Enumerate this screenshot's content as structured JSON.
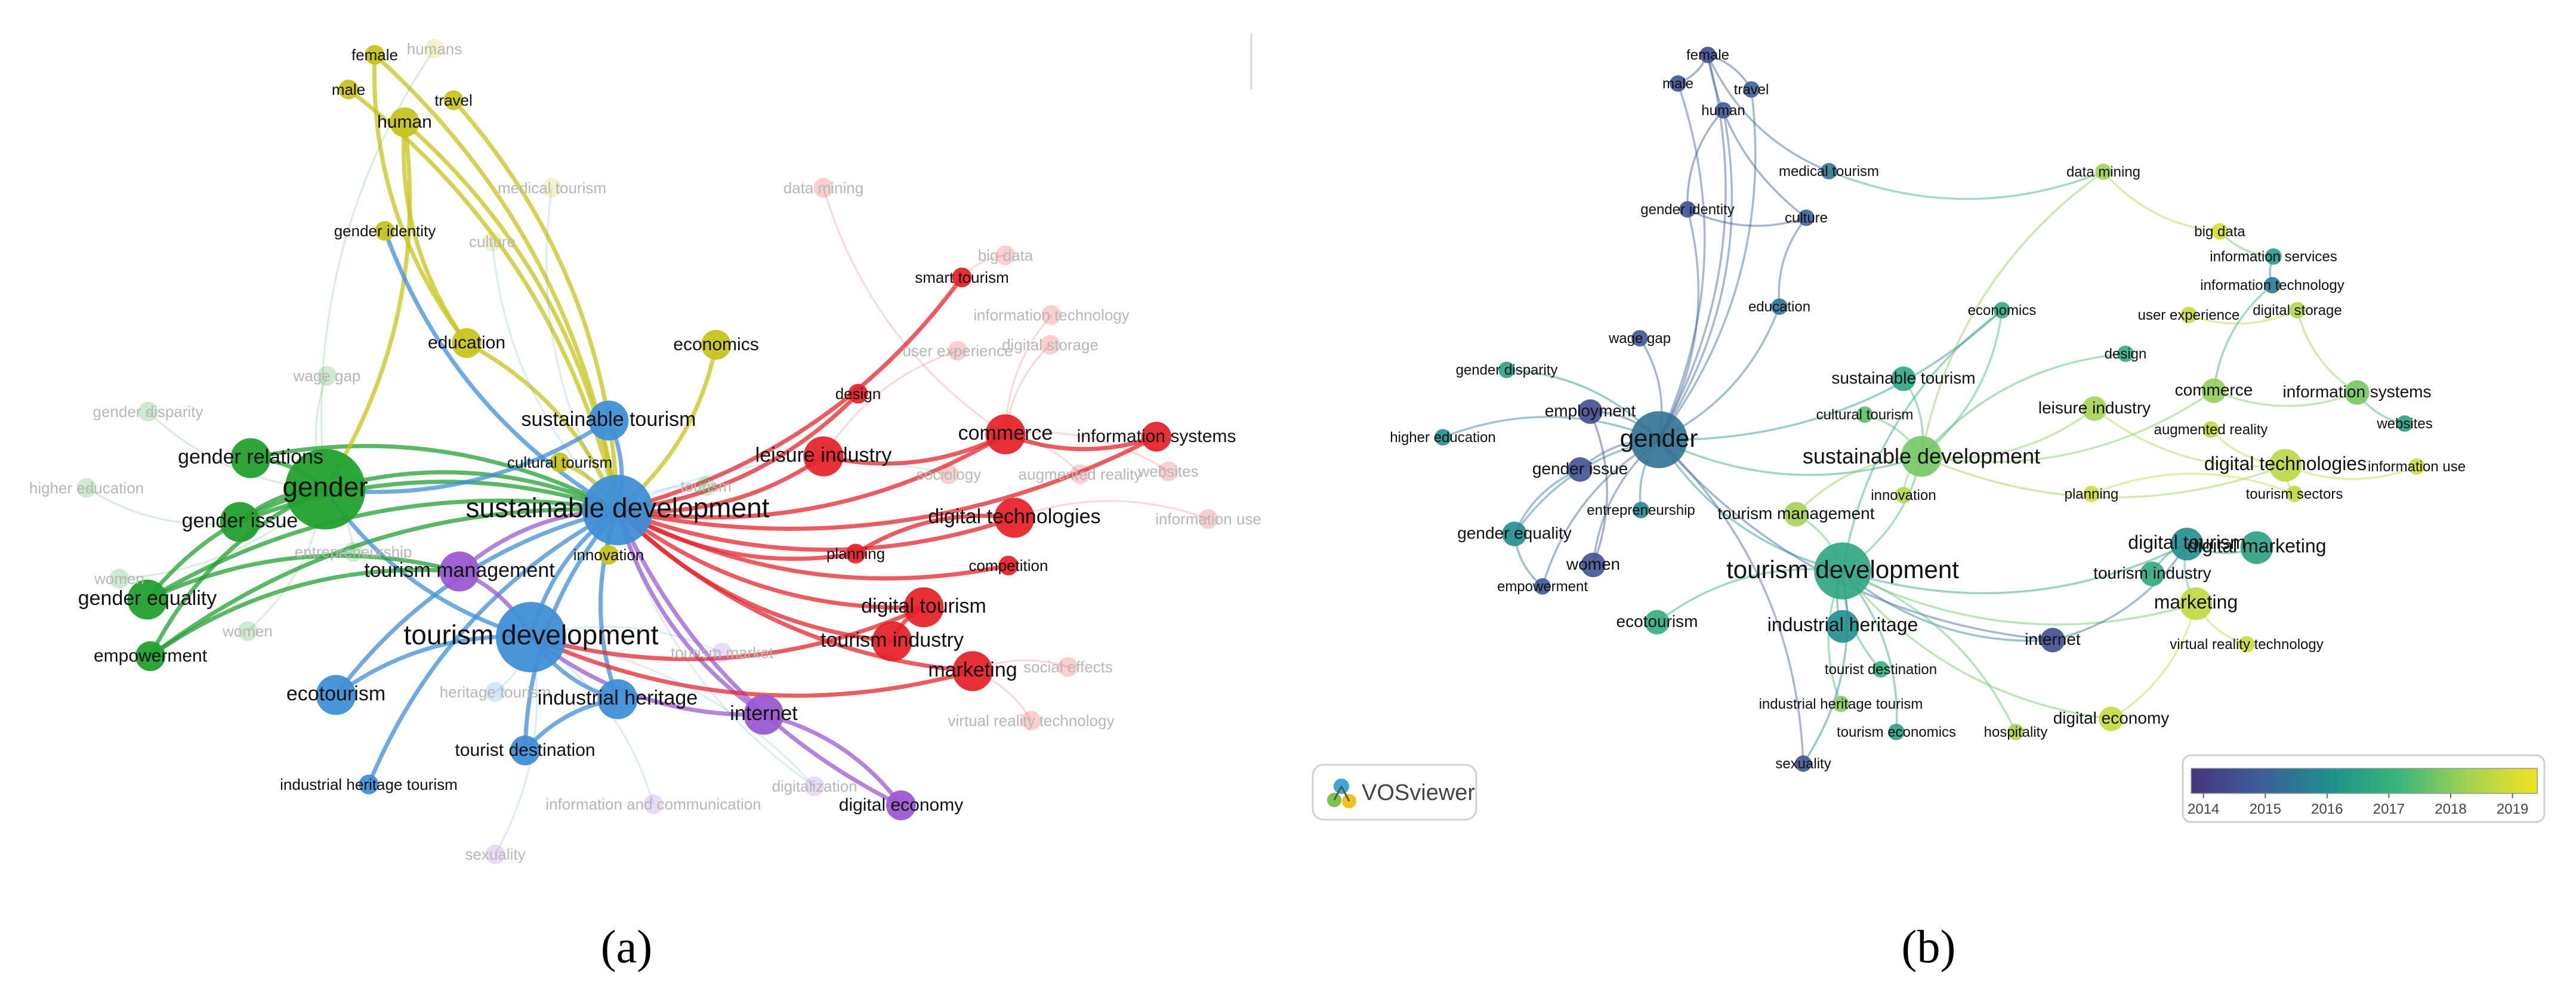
{
  "panels": [
    {
      "id": "a",
      "caption": "(a)",
      "colors": {
        "red": "#e5242b",
        "green": "#22a030",
        "blue": "#3f8fd6",
        "yellow": "#c7c41d",
        "purple": "#9b59d0"
      },
      "nodes": [
        {
          "label": "female",
          "cluster": "yellow",
          "weight": 1
        },
        {
          "label": "humans",
          "cluster": "yellow",
          "weight": 1,
          "faint": true
        },
        {
          "label": "male",
          "cluster": "yellow",
          "weight": 1
        },
        {
          "label": "travel",
          "cluster": "yellow",
          "weight": 1
        },
        {
          "label": "human",
          "cluster": "yellow",
          "weight": 2
        },
        {
          "label": "medical tourism",
          "cluster": "yellow",
          "weight": 1,
          "faint": true
        },
        {
          "label": "data mining",
          "cluster": "red",
          "weight": 1,
          "faint": true
        },
        {
          "label": "gender identity",
          "cluster": "yellow",
          "weight": 1
        },
        {
          "label": "culture",
          "cluster": "yellow",
          "weight": 1,
          "faint": true
        },
        {
          "label": "big data",
          "cluster": "red",
          "weight": 1,
          "faint": true
        },
        {
          "label": "smart tourism",
          "cluster": "red",
          "weight": 1
        },
        {
          "label": "information technology",
          "cluster": "red",
          "weight": 1,
          "faint": true
        },
        {
          "label": "education",
          "cluster": "yellow",
          "weight": 2
        },
        {
          "label": "economics",
          "cluster": "yellow",
          "weight": 2
        },
        {
          "label": "digital storage",
          "cluster": "red",
          "weight": 1,
          "faint": true
        },
        {
          "label": "user experience",
          "cluster": "red",
          "weight": 1,
          "faint": true
        },
        {
          "label": "wage gap",
          "cluster": "green",
          "weight": 1,
          "faint": true
        },
        {
          "label": "design",
          "cluster": "red",
          "weight": 1
        },
        {
          "label": "gender disparity",
          "cluster": "green",
          "weight": 1,
          "faint": true
        },
        {
          "label": "sustainable tourism",
          "cluster": "blue",
          "weight": 3
        },
        {
          "label": "commerce",
          "cluster": "red",
          "weight": 3
        },
        {
          "label": "information systems",
          "cluster": "red",
          "weight": 2
        },
        {
          "label": "leisure industry",
          "cluster": "red",
          "weight": 3
        },
        {
          "label": "gender relations",
          "cluster": "green",
          "weight": 3
        },
        {
          "label": "cultural tourism",
          "cluster": "yellow",
          "weight": 1
        },
        {
          "label": "websites",
          "cluster": "red",
          "weight": 1,
          "faint": true
        },
        {
          "label": "augmented reality",
          "cluster": "red",
          "weight": 1,
          "faint": true
        },
        {
          "label": "higher education",
          "cluster": "green",
          "weight": 1,
          "faint": true
        },
        {
          "label": "gender",
          "cluster": "green",
          "weight": 7
        },
        {
          "label": "tourism",
          "cluster": "green",
          "weight": 1,
          "faint": true
        },
        {
          "label": "sociology",
          "cluster": "red",
          "weight": 1,
          "faint": true
        },
        {
          "label": "sustainable development",
          "cluster": "blue",
          "weight": 6
        },
        {
          "label": "digital technologies",
          "cluster": "red",
          "weight": 3
        },
        {
          "label": "information use",
          "cluster": "red",
          "weight": 1,
          "faint": true
        },
        {
          "label": "gender issue",
          "cluster": "green",
          "weight": 3
        },
        {
          "label": "entrepreneurship",
          "cluster": "green",
          "weight": 1,
          "faint": true
        },
        {
          "label": "innovation",
          "cluster": "yellow",
          "weight": 1
        },
        {
          "label": "planning",
          "cluster": "red",
          "weight": 1
        },
        {
          "label": "tourism management",
          "cluster": "purple",
          "weight": 3
        },
        {
          "label": "competition",
          "cluster": "red",
          "weight": 1
        },
        {
          "label": "women",
          "cluster": "green",
          "weight": 1,
          "faint": true
        },
        {
          "label": "gender equality",
          "cluster": "green",
          "weight": 3
        },
        {
          "label": "digital tourism",
          "cluster": "red",
          "weight": 3
        },
        {
          "label": "women",
          "cluster": "green",
          "weight": 1,
          "faint": true
        },
        {
          "label": "tourism development",
          "cluster": "blue",
          "weight": 6
        },
        {
          "label": "tourism industry",
          "cluster": "red",
          "weight": 3
        },
        {
          "label": "tourism market",
          "cluster": "purple",
          "weight": 1,
          "faint": true
        },
        {
          "label": "empowerment",
          "cluster": "green",
          "weight": 2
        },
        {
          "label": "marketing",
          "cluster": "red",
          "weight": 3
        },
        {
          "label": "social effects",
          "cluster": "red",
          "weight": 1,
          "faint": true
        },
        {
          "label": "ecotourism",
          "cluster": "blue",
          "weight": 3
        },
        {
          "label": "heritage tourism",
          "cluster": "blue",
          "weight": 1,
          "faint": true
        },
        {
          "label": "industrial heritage",
          "cluster": "blue",
          "weight": 3
        },
        {
          "label": "internet",
          "cluster": "purple",
          "weight": 3
        },
        {
          "label": "virtual reality technology",
          "cluster": "red",
          "weight": 1,
          "faint": true
        },
        {
          "label": "tourist destination",
          "cluster": "blue",
          "weight": 2
        },
        {
          "label": "industrial heritage tourism",
          "cluster": "blue",
          "weight": 1
        },
        {
          "label": "digitalization",
          "cluster": "purple",
          "weight": 1,
          "faint": true
        },
        {
          "label": "information and communication",
          "cluster": "purple",
          "weight": 1,
          "faint": true
        },
        {
          "label": "digital economy",
          "cluster": "purple",
          "weight": 2
        },
        {
          "label": "sexuality",
          "cluster": "purple",
          "weight": 1,
          "faint": true
        }
      ]
    },
    {
      "id": "b",
      "caption": "(b)",
      "brand": "VOSviewer",
      "colorbar": {
        "ticks": [
          "2014",
          "2015",
          "2016",
          "2017",
          "2018",
          "2019"
        ],
        "range": [
          2013.8,
          2019.4
        ],
        "stops": [
          "#45357f",
          "#3d5d9a",
          "#1f8f8c",
          "#3ab57a",
          "#a3d352",
          "#f0e223"
        ]
      },
      "nodes": [
        {
          "label": "female",
          "year": 2014.5,
          "weight": 1
        },
        {
          "label": "male",
          "year": 2014.6,
          "weight": 1
        },
        {
          "label": "travel",
          "year": 2015.0,
          "weight": 1
        },
        {
          "label": "human",
          "year": 2014.8,
          "weight": 1
        },
        {
          "label": "medical tourism",
          "year": 2015.5,
          "weight": 1
        },
        {
          "label": "data mining",
          "year": 2018.2,
          "weight": 1
        },
        {
          "label": "gender identity",
          "year": 2014.6,
          "weight": 1
        },
        {
          "label": "culture",
          "year": 2015.0,
          "weight": 1
        },
        {
          "label": "big data",
          "year": 2019.0,
          "weight": 1
        },
        {
          "label": "information services",
          "year": 2016.4,
          "weight": 1
        },
        {
          "label": "information technology",
          "year": 2015.6,
          "weight": 1
        },
        {
          "label": "education",
          "year": 2015.3,
          "weight": 1
        },
        {
          "label": "economics",
          "year": 2016.8,
          "weight": 1
        },
        {
          "label": "user experience",
          "year": 2018.8,
          "weight": 1
        },
        {
          "label": "digital storage",
          "year": 2018.5,
          "weight": 1
        },
        {
          "label": "wage gap",
          "year": 2014.7,
          "weight": 1
        },
        {
          "label": "design",
          "year": 2016.9,
          "weight": 1
        },
        {
          "label": "gender disparity",
          "year": 2016.5,
          "weight": 1
        },
        {
          "label": "sustainable tourism",
          "year": 2016.7,
          "weight": 2
        },
        {
          "label": "employment",
          "year": 2014.5,
          "weight": 2
        },
        {
          "label": "commerce",
          "year": 2018.1,
          "weight": 2
        },
        {
          "label": "information systems",
          "year": 2017.8,
          "weight": 2
        },
        {
          "label": "leisure industry",
          "year": 2018.3,
          "weight": 2
        },
        {
          "label": "gender",
          "year": 2015.4,
          "weight": 6
        },
        {
          "label": "cultural tourism",
          "year": 2017.5,
          "weight": 1
        },
        {
          "label": "augmented reality",
          "year": 2018.7,
          "weight": 1
        },
        {
          "label": "websites",
          "year": 2016.5,
          "weight": 1
        },
        {
          "label": "higher education",
          "year": 2016.0,
          "weight": 1
        },
        {
          "label": "sustainable development",
          "year": 2017.8,
          "weight": 4
        },
        {
          "label": "digital technologies",
          "year": 2018.6,
          "weight": 3
        },
        {
          "label": "information use",
          "year": 2018.9,
          "weight": 1
        },
        {
          "label": "gender issue",
          "year": 2014.6,
          "weight": 2
        },
        {
          "label": "innovation",
          "year": 2018.5,
          "weight": 1
        },
        {
          "label": "tourism sectors",
          "year": 2018.7,
          "weight": 1
        },
        {
          "label": "planning",
          "year": 2018.9,
          "weight": 1
        },
        {
          "label": "entrepreneurship",
          "year": 2015.9,
          "weight": 1
        },
        {
          "label": "tourism management",
          "year": 2018.3,
          "weight": 2
        },
        {
          "label": "gender equality",
          "year": 2016.0,
          "weight": 2
        },
        {
          "label": "digital tourism",
          "year": 2016.0,
          "weight": 3
        },
        {
          "label": "digital marketing",
          "year": 2016.5,
          "weight": 3
        },
        {
          "label": "women",
          "year": 2014.6,
          "weight": 2
        },
        {
          "label": "tourism development",
          "year": 2016.7,
          "weight": 6
        },
        {
          "label": "tourism industry",
          "year": 2016.8,
          "weight": 2
        },
        {
          "label": "empowerment",
          "year": 2014.8,
          "weight": 1
        },
        {
          "label": "marketing",
          "year": 2018.7,
          "weight": 3
        },
        {
          "label": "ecotourism",
          "year": 2016.9,
          "weight": 2
        },
        {
          "label": "industrial heritage",
          "year": 2016.0,
          "weight": 3
        },
        {
          "label": "internet",
          "year": 2014.5,
          "weight": 2
        },
        {
          "label": "virtual reality technology",
          "year": 2018.8,
          "weight": 1
        },
        {
          "label": "tourist destination",
          "year": 2017.0,
          "weight": 1
        },
        {
          "label": "industrial heritage tourism",
          "year": 2018.0,
          "weight": 1
        },
        {
          "label": "tourism economics",
          "year": 2016.5,
          "weight": 1
        },
        {
          "label": "hospitality",
          "year": 2018.4,
          "weight": 1
        },
        {
          "label": "digital economy",
          "year": 2018.8,
          "weight": 2
        },
        {
          "label": "sexuality",
          "year": 2014.7,
          "weight": 1
        }
      ]
    }
  ]
}
